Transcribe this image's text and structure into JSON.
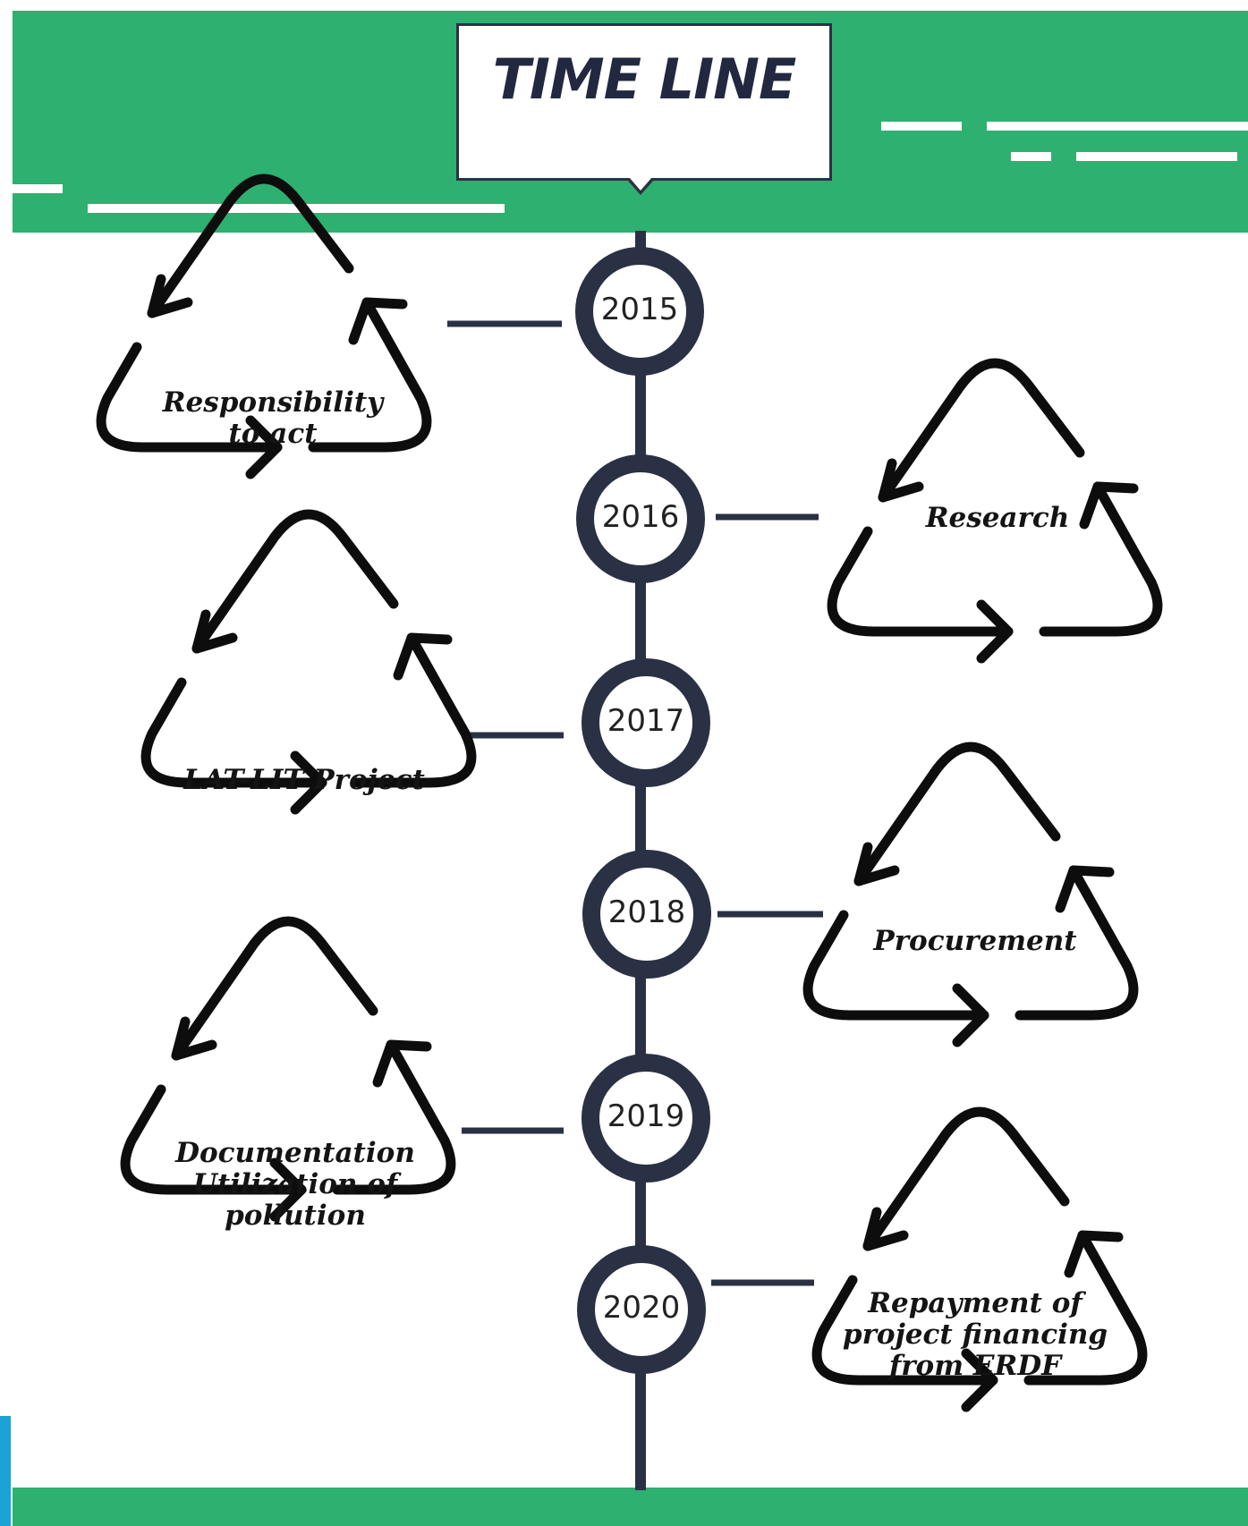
{
  "title": "TIME LINE",
  "colors": {
    "band_green": "#2eb070",
    "dark_navy": "#2b3144",
    "icon_black": "#0d0d0d",
    "accent_blue": "#1aa3d4"
  },
  "icon_name": "recycle-arrows-icon",
  "events": [
    {
      "year": "2015",
      "label_lines": [
        "Responsibility",
        "to act"
      ],
      "side": "left"
    },
    {
      "year": "2016",
      "label_lines": [
        "Research"
      ],
      "side": "right"
    },
    {
      "year": "2017",
      "label_lines": [
        "LAT-LIT Project"
      ],
      "side": "left"
    },
    {
      "year": "2018",
      "label_lines": [
        "Procurement"
      ],
      "side": "right"
    },
    {
      "year": "2019",
      "label_lines": [
        "Documentation",
        "Utilization of",
        "pollution"
      ],
      "side": "left"
    },
    {
      "year": "2020",
      "label_lines": [
        "Repayment of",
        "project financing",
        "from ERDF"
      ],
      "side": "right"
    }
  ]
}
